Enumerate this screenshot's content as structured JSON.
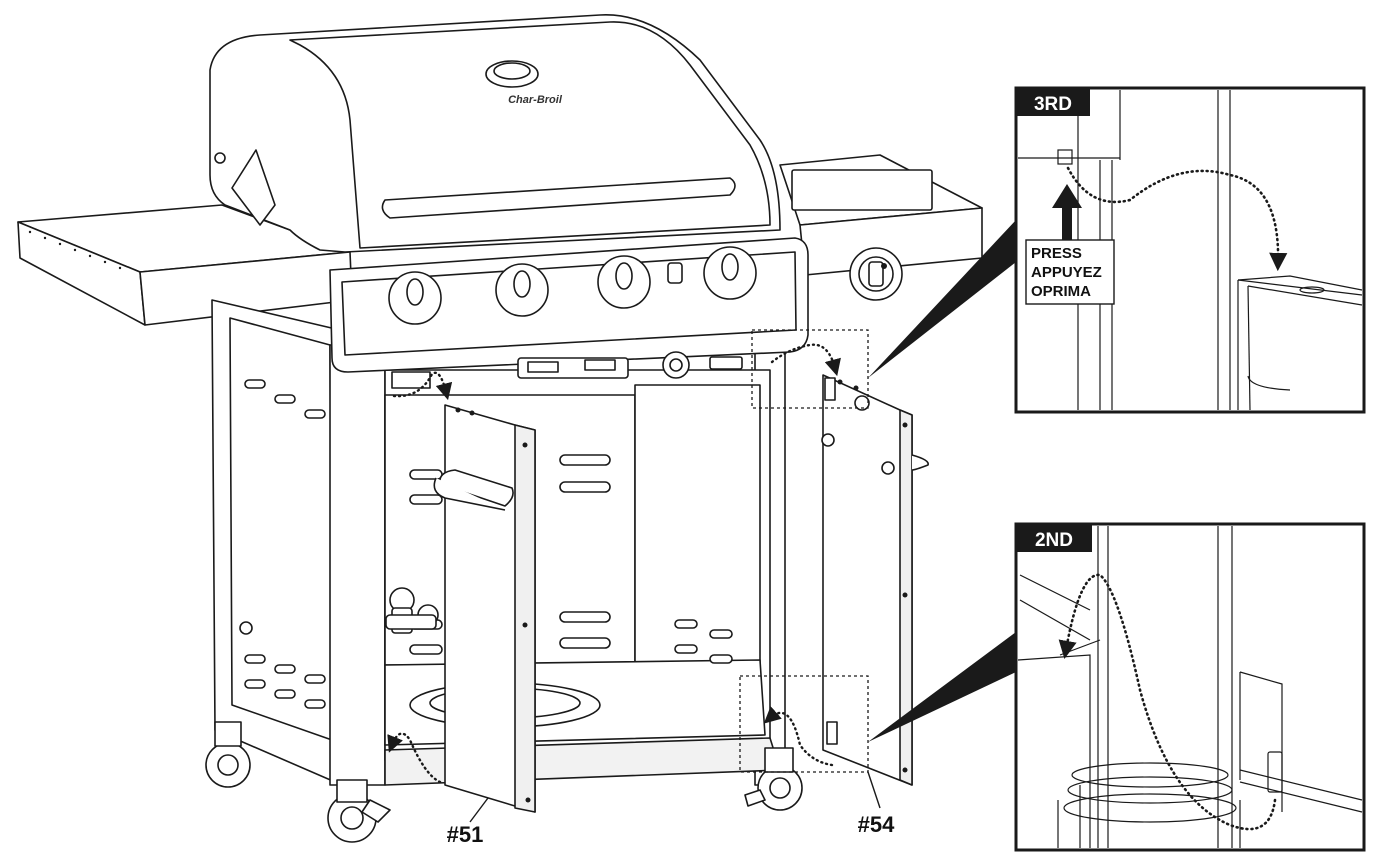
{
  "brand_logo_text": "Char-Broil",
  "parts": {
    "left_door": "#51",
    "right_door": "#54"
  },
  "insets": {
    "top": {
      "step": "3RD",
      "instruction_lines": [
        "PRESS",
        "APPUYEZ",
        "OPRIMA"
      ]
    },
    "bottom": {
      "step": "2ND"
    }
  },
  "colors": {
    "line": "#1a1a1a",
    "step_tag_bg": "#1a1a1a",
    "panel_fill": "#ffffff"
  }
}
